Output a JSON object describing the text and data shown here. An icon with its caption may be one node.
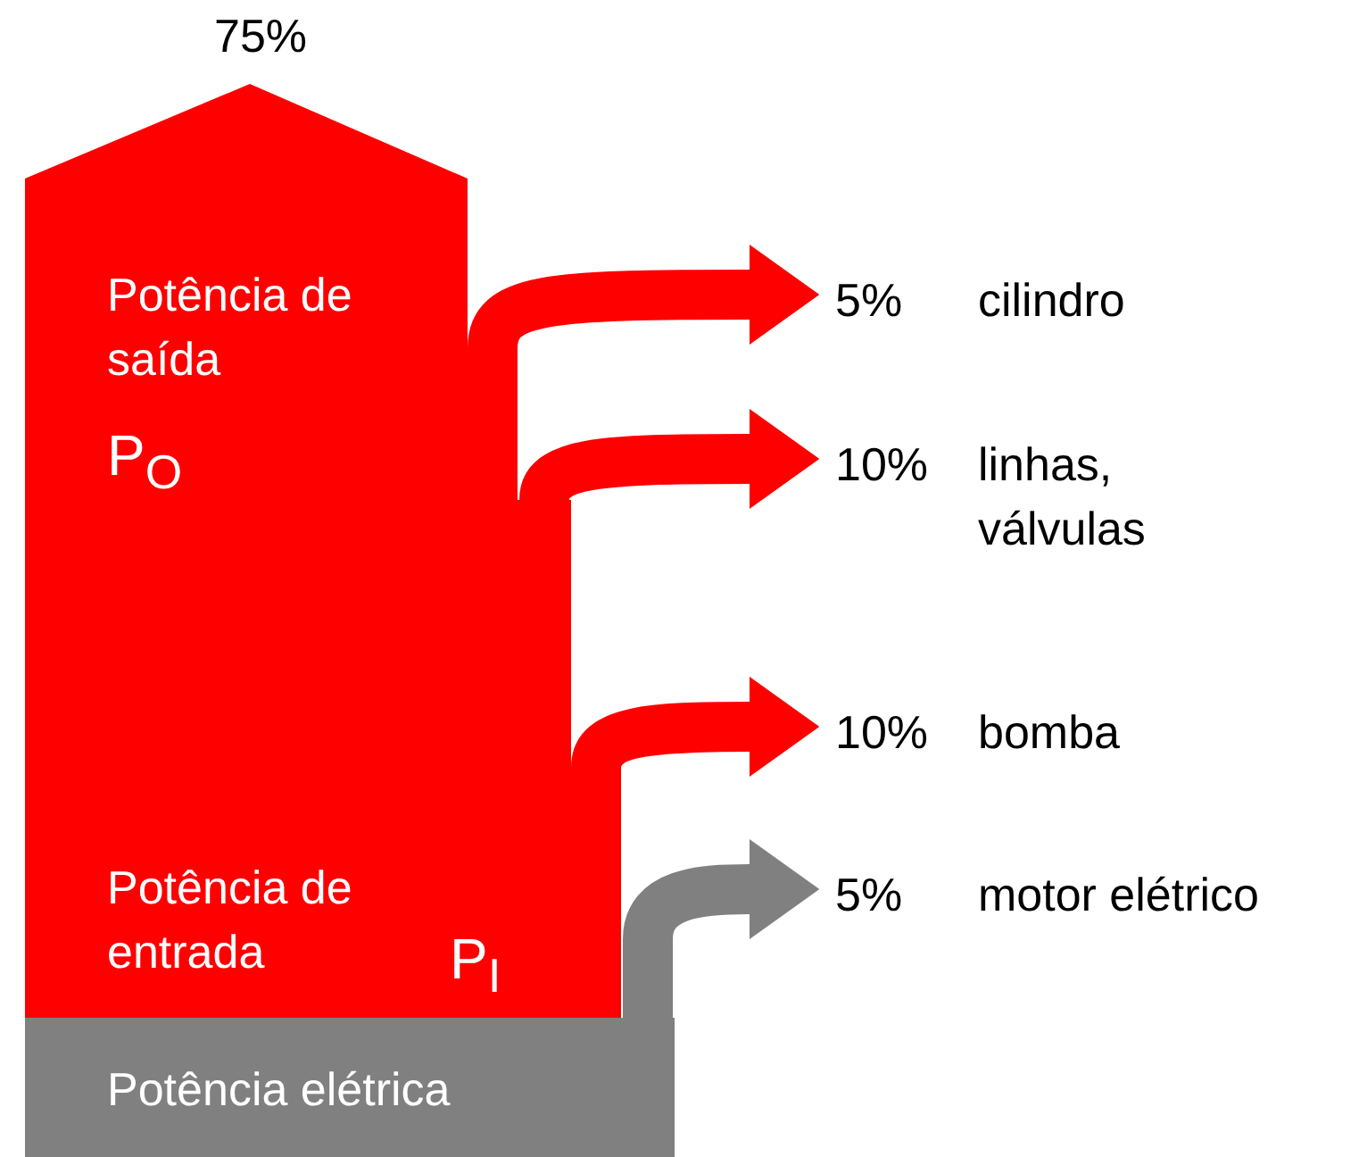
{
  "diagram": {
    "nodes": [
      {
        "text": [
          "Potência de saída",
          "P$_{O}$",
          "Potência de entrada",
          "P$_{I}$"
        ],
        "beside": [
          "75%"
        ]
      },
      {
        "text": [
          "Potência elétrica"
        ]
      },
      {
        "text": [
          "5%",
          "cilindro"
        ]
      },
      {
        "text": [
          "10%",
          "linhas, válvulas"
        ]
      },
      {
        "text": [
          "10%",
          "bomba"
        ]
      },
      {
        "text": [
          "5%",
          "motor elétrico"
        ]
      }
    ],
    "edges": [
      {
        "from": 0,
        "to": 2,
        "arrow": "to"
      },
      {
        "from": 0,
        "to": 3,
        "arrow": "to"
      },
      {
        "from": 0,
        "to": 4,
        "arrow": "to"
      },
      {
        "from": 1,
        "to": 5,
        "arrow": "to",
        "color": "#808080"
      }
    ]
  }
}
